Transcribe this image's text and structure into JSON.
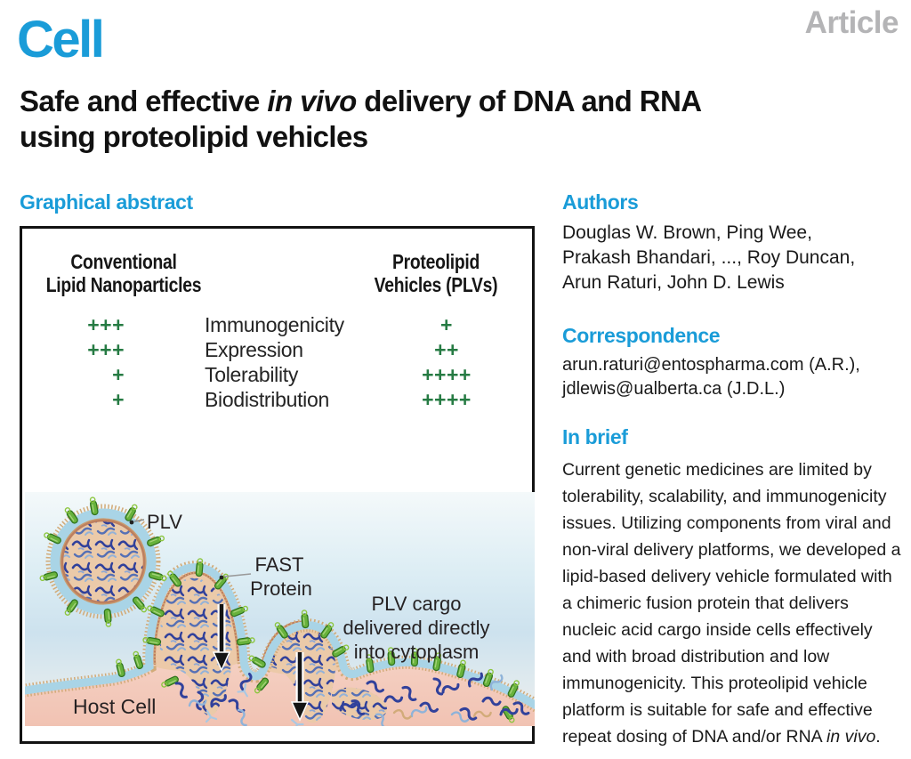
{
  "journal": {
    "logo": "Cell",
    "article_label": "Article"
  },
  "title": {
    "line1_pre": "Safe and effective ",
    "line1_italic": "in vivo",
    "line1_post": " delivery of DNA and RNA",
    "line2": "using proteolipid vehicles"
  },
  "graphical_abstract": {
    "heading": "Graphical abstract",
    "comparison": {
      "left_header_line1": "Conventional",
      "left_header_line2": "Lipid Nanoparticles",
      "right_header_line1": "Proteolipid",
      "right_header_line2": "Vehicles (PLVs)",
      "rows": [
        {
          "left": "+++",
          "label": "Immunogenicity",
          "right": "+"
        },
        {
          "left": "+++",
          "label": "Expression",
          "right": "++"
        },
        {
          "left": "+",
          "label": "Tolerability",
          "right": "++++"
        },
        {
          "left": "+",
          "label": "Biodistribution",
          "right": "++++"
        }
      ]
    },
    "illustration": {
      "plv_label": "PLV",
      "fast_label_line1": "FAST",
      "fast_label_line2": "Protein",
      "cargo_label_line1": "PLV cargo",
      "cargo_label_line2": "delivered directly",
      "cargo_label_line3": "into cytoplasm",
      "host_cell_label": "Host Cell"
    }
  },
  "sidebar": {
    "authors": {
      "heading": "Authors",
      "lines": [
        "Douglas W. Brown, Ping Wee,",
        "Prakash Bhandari, ..., Roy Duncan,",
        "Arun Raturi, John D. Lewis"
      ]
    },
    "correspondence": {
      "heading": "Correspondence",
      "lines": [
        "arun.raturi@entospharma.com (A.R.),",
        "jdlewis@ualberta.ca (J.D.L.)"
      ]
    },
    "in_brief": {
      "heading": "In brief",
      "body": "Current genetic medicines are limited by tolerability, scalability, and immunogenicity issues. Utilizing components from viral and non-viral delivery platforms, we developed a lipid-based delivery vehicle formulated with a chimeric fusion protein that delivers nucleic acid cargo inside cells effectively and with broad distribution and low immunogenicity. This proteolipid vehicle platform is suitable for safe and effective repeat dosing of DNA and/or RNA ",
      "body_italic": "in vivo",
      "body_end": "."
    }
  },
  "colors": {
    "accent_cyan": "#1a9cd8",
    "article_gray": "#b4b4b6",
    "plus_green": "#267b43",
    "membrane_blue": "#a9d4e6",
    "cargo_navy": "#31419b",
    "cytoplasm_pink": "#f2c6b8"
  }
}
